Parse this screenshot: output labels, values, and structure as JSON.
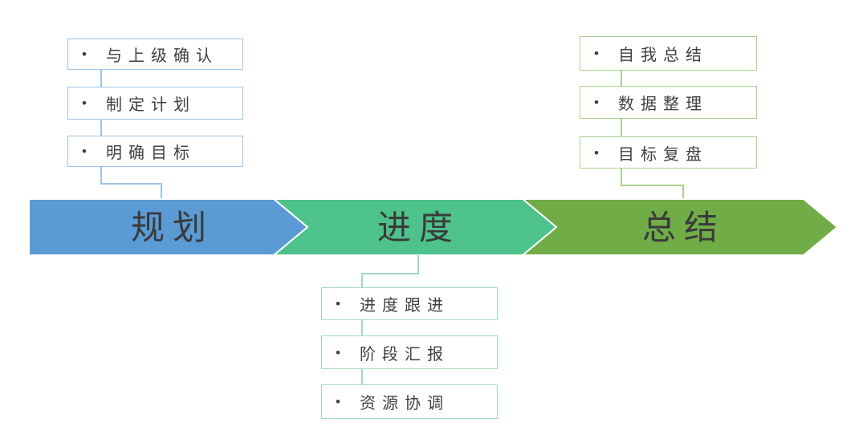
{
  "bullet": "•",
  "colors": {
    "chevron_planning": "#5B9BD5",
    "chevron_progress": "#4DC28B",
    "chevron_summary": "#70AD47",
    "box_border_planning": "#9DC3E6",
    "box_border_progress": "#9EDCBE",
    "box_border_summary": "#A9D18E",
    "text": "#404040",
    "chevron_outline": "#FFFFFF"
  },
  "chevrons": [
    {
      "label": "规划"
    },
    {
      "label": "进度"
    },
    {
      "label": "总结"
    }
  ],
  "groups": {
    "planning": {
      "items": [
        {
          "label": "与上级确认"
        },
        {
          "label": "制定计划"
        },
        {
          "label": "明确目标"
        }
      ]
    },
    "progress": {
      "items": [
        {
          "label": "进度跟进"
        },
        {
          "label": "阶段汇报"
        },
        {
          "label": "资源协调"
        }
      ]
    },
    "summary": {
      "items": [
        {
          "label": "自我总结"
        },
        {
          "label": "数据整理"
        },
        {
          "label": "目标复盘"
        }
      ]
    }
  }
}
